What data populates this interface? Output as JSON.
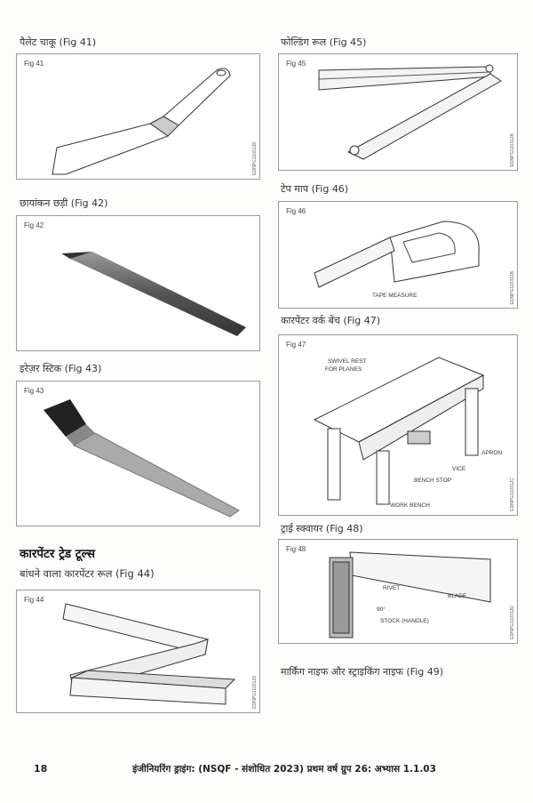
{
  "left": {
    "fig41": {
      "caption": "पैलेट चाकू (Fig 41)",
      "label": "Fig 41",
      "code": "EDNPG1103128"
    },
    "fig42": {
      "caption": "छायांकन छड़ी (Fig 42)",
      "label": "Fig 42"
    },
    "fig43": {
      "caption": "इरेज़र स्टिक (Fig 43)",
      "label": "Fig 43"
    },
    "section_heading": "कारपेंटर ट्रेड टूल्स",
    "fig44": {
      "caption": "बांधने वाला कारपेंटर रूल  (Fig 44)",
      "label": "Fig 44",
      "code": "EDNPG1103129"
    }
  },
  "right": {
    "fig45": {
      "caption": "फोल्डिंग रूल (Fig 45)",
      "label": "Fig 45",
      "code": "EDNPG110312A"
    },
    "fig46": {
      "caption": "टेप माप (Fig 46)",
      "label": "Fig 46",
      "code": "EDNPG110312B",
      "tape_label": "TAPE MEASURE"
    },
    "fig47": {
      "caption": "कारपेंटर वर्क बेंच (Fig 47)",
      "label": "Fig 47",
      "code": "EDNPG110312C",
      "swivel_1": "SWIVEL REST",
      "swivel_2": "FOR PLANES",
      "apron": "APRON",
      "vice": "VICE",
      "bench_stop": "BENCH STOP",
      "work_bench": "WORK BENCH"
    },
    "fig48": {
      "caption": "ट्राई स्क्वायर  (Fig 48)",
      "label": "Fig 48",
      "code": "EDNPG110312D",
      "rivet": "RIVET",
      "blade": "BLADE",
      "angle": "90°",
      "stock": "STOCK (HANDLE)"
    },
    "fig49": {
      "caption": "मार्किंग नाइफ और स्ट्राइकिंग नाइफ  (Fig 49)"
    }
  },
  "footer": {
    "page_number": "18",
    "title": "इंजीनियरिंग ड्राइंग: (NSQF - संशोधित 2023) प्रथम वर्ष ग्रुप 26: अभ्यास 1.1.03"
  }
}
